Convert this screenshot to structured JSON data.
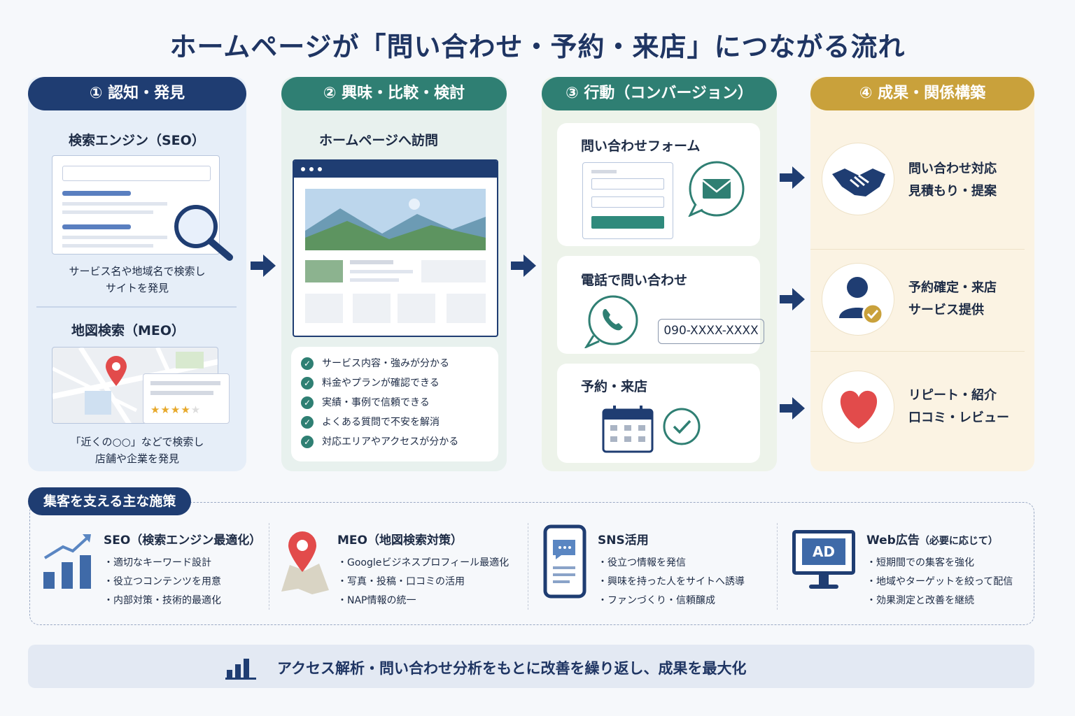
{
  "title": "ホームページが「問い合わせ・予約・来店」につながる流れ",
  "steps": [
    {
      "label": "① 認知・発見"
    },
    {
      "label": "② 興味・比較・検討"
    },
    {
      "label": "③ 行動（コンバージョン）"
    },
    {
      "label": "④ 成果・関係構築"
    }
  ],
  "awareness": {
    "seo_title": "検索エンジン（SEO）",
    "seo_desc_1": "サービス名や地域名で検索し",
    "seo_desc_2": "サイトを発見",
    "meo_title": "地図検索（MEO）",
    "meo_desc_1": "「近くの○○」などで検索し",
    "meo_desc_2": "店舗や企業を発見"
  },
  "interest": {
    "visit_title": "ホームページへ訪問",
    "checks": [
      "サービス内容・強みが分かる",
      "料金やプランが確認できる",
      "実績・事例で信頼できる",
      "よくある質問で不安を解消",
      "対応エリアやアクセスが分かる"
    ]
  },
  "action": {
    "form_title": "問い合わせフォーム",
    "phone_title": "電話で問い合わせ",
    "phone_number": "090-XXXX-XXXX",
    "visit_title": "予約・来店"
  },
  "results": [
    {
      "line1": "問い合わせ対応",
      "line2": "見積もり・提案",
      "icon": "handshake-icon"
    },
    {
      "line1": "予約確定・来店",
      "line2": "サービス提供",
      "icon": "user-check-icon"
    },
    {
      "line1": "リピート・紹介",
      "line2": "口コミ・レビュー",
      "icon": "heart-icon"
    }
  ],
  "measures": {
    "tag": "集客を支える主な施策",
    "items": [
      {
        "title": "SEO（検索エンジン最適化）",
        "icon": "growth-chart-icon",
        "points": [
          "・適切なキーワード設計",
          "・役立つコンテンツを用意",
          "・内部対策・技術的最適化"
        ]
      },
      {
        "title": "MEO（地図検索対策）",
        "icon": "map-pin-icon",
        "points": [
          "・Googleビジネスプロフィール最適化",
          "・写真・投稿・口コミの活用",
          "・NAP情報の統一"
        ]
      },
      {
        "title": "SNS活用",
        "icon": "smartphone-chat-icon",
        "points": [
          "・役立つ情報を発信",
          "・興味を持った人をサイトへ誘導",
          "・ファンづくり・信頼醸成"
        ]
      },
      {
        "title": "Web広告",
        "title_note": "（必要に応じて）",
        "icon": "ad-monitor-icon",
        "ad_label": "AD",
        "points": [
          "・短期間での集客を強化",
          "・地域やターゲットを絞って配信",
          "・効果測定と改善を継続"
        ]
      }
    ]
  },
  "footer": {
    "text": "アクセス解析・問い合わせ分析をもとに改善を繰り返し、成果を最大化",
    "icon": "bar-chart-icon"
  },
  "colors": {
    "navy": "#1f3d72",
    "teal": "#2f7f73",
    "gold": "#c9a13b",
    "red": "#e24b4b"
  }
}
